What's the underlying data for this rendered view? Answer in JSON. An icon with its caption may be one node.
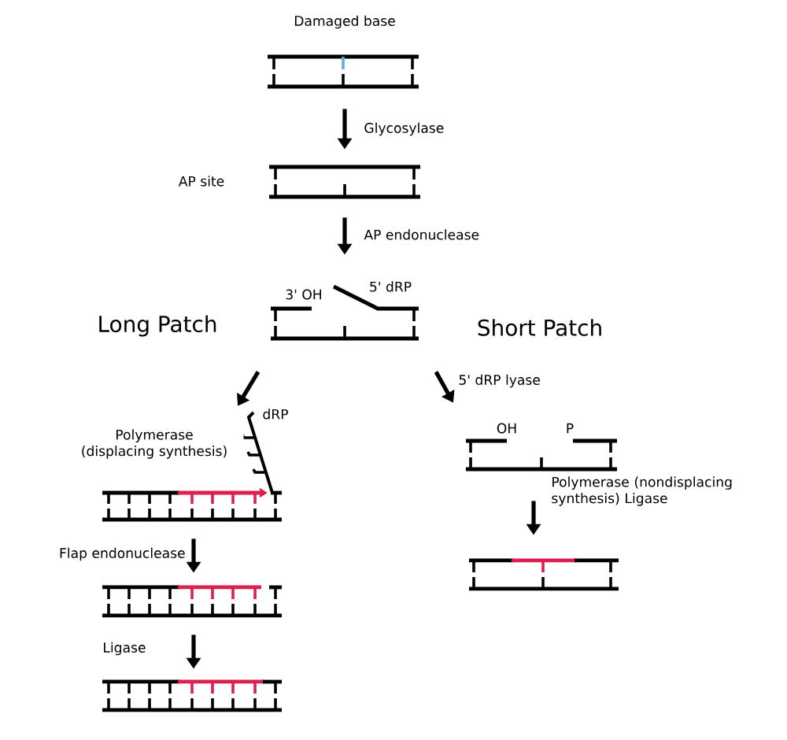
{
  "diagram": {
    "nodes": [
      {
        "text": [],
        "shape": "picture",
        "beside": [
          "Damaged base"
        ]
      },
      {
        "text": [],
        "shape": "picture",
        "beside": [
          "AP site"
        ]
      },
      {
        "text": [
          "3' OH",
          "5' dRP"
        ]
      },
      {
        "text": [
          "dRP"
        ]
      },
      {
        "text": [
          "OH",
          "P"
        ]
      },
      {
        "text": [],
        "shape": "picture"
      },
      {
        "text": [],
        "shape": "picture"
      },
      {
        "text": [],
        "shape": "picture"
      }
    ],
    "edges": [
      {
        "from": 0,
        "to": 1,
        "arrow": "to",
        "label": "Glycosylase"
      },
      {
        "from": 1,
        "to": 2,
        "arrow": "to",
        "label": "AP endonuclease"
      },
      {
        "from": 2,
        "to": 3,
        "arrow": "to",
        "label": "Polymerase (displacing synthesis)"
      },
      {
        "from": 2,
        "to": 4,
        "arrow": "to",
        "label": "5' dRP lyase"
      },
      {
        "from": 3,
        "to": 5,
        "arrow": "to",
        "label": "Flap endonuclease"
      },
      {
        "from": 5,
        "to": 6,
        "arrow": "to",
        "label": "Ligase"
      },
      {
        "from": 4,
        "to": 7,
        "arrow": "to",
        "label": "Polymerase (nondisplacing synthesis) Ligase"
      }
    ],
    "labels": [
      "Long Patch",
      "Short Patch"
    ]
  }
}
